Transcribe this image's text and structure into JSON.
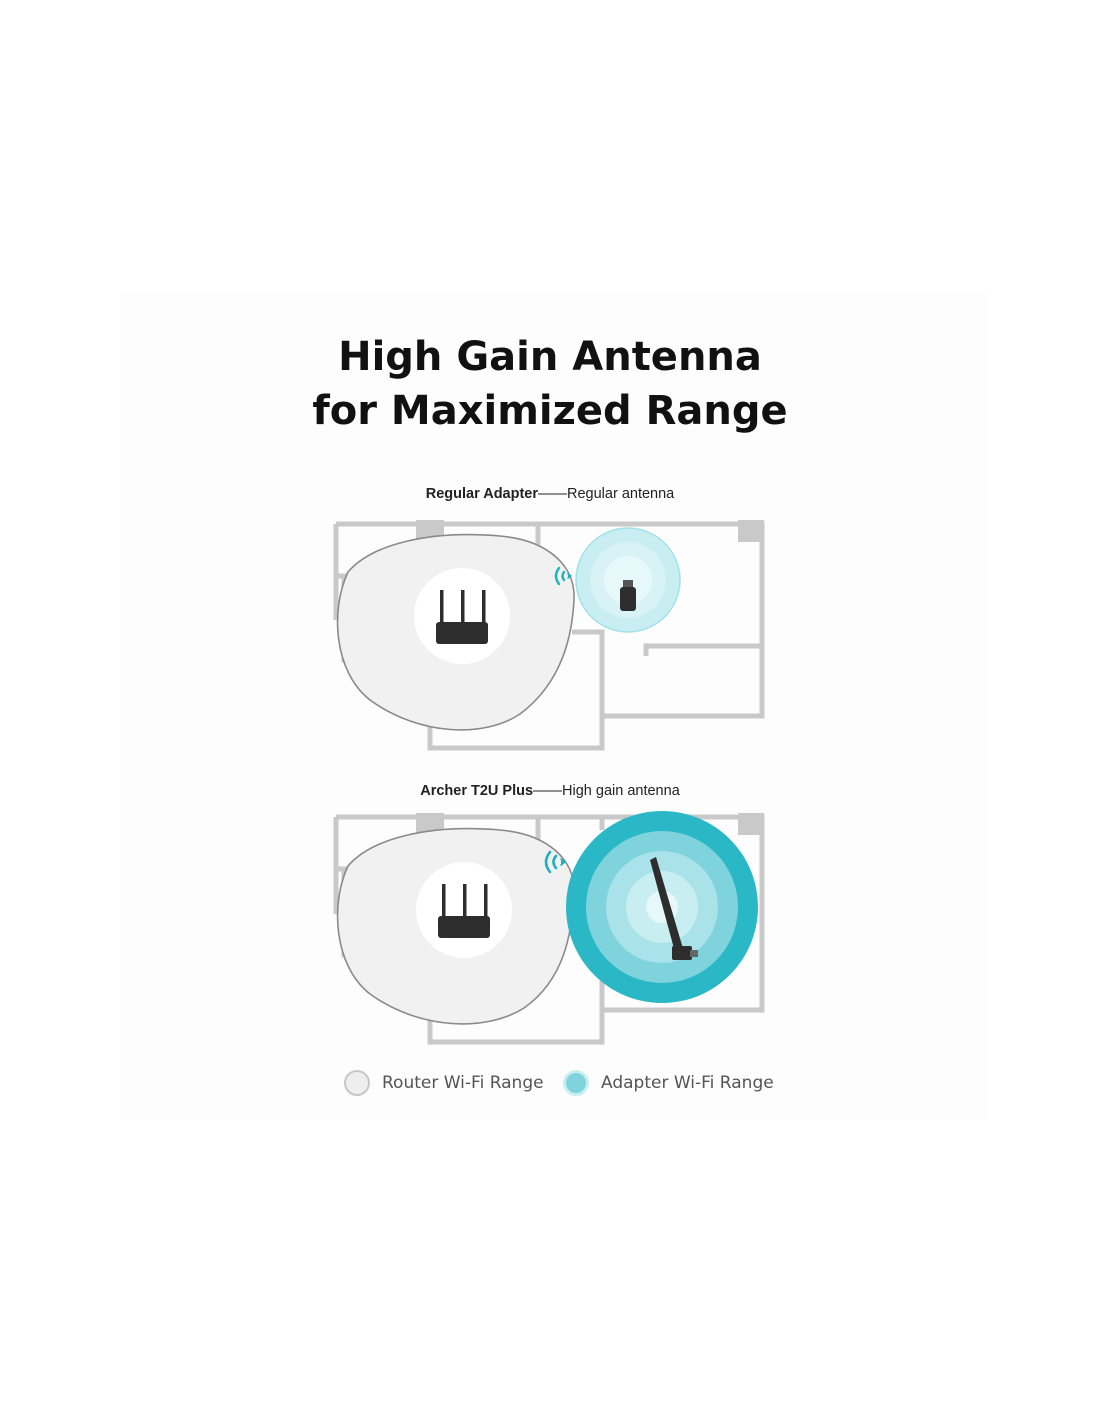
{
  "title": {
    "line1": "High Gain Antenna",
    "line2": "for Maximized Range"
  },
  "diagrams": [
    {
      "name_bold": "Regular Adapter",
      "separator": "——",
      "name_rest": "Regular antenna"
    },
    {
      "name_bold": "Archer T2U Plus",
      "separator": "——",
      "name_rest": "High gain antenna"
    }
  ],
  "legend": [
    {
      "label": "Router Wi-Fi Range",
      "color": "#eeeeee",
      "border": "#c7c7c7"
    },
    {
      "label": "Adapter Wi-Fi Range",
      "color": "#7ed3dc",
      "border": "#c9eef2"
    }
  ],
  "colors": {
    "walls": "#c9c9c9",
    "router_range": "#f1f1f1",
    "router_range_outline": "#8a8a8a",
    "accent": "#1eb1c0",
    "device": "#2d2d2d"
  },
  "icons": [
    "router-icon",
    "usb-adapter-icon",
    "high-gain-adapter-icon",
    "wifi-signal-icon"
  ]
}
